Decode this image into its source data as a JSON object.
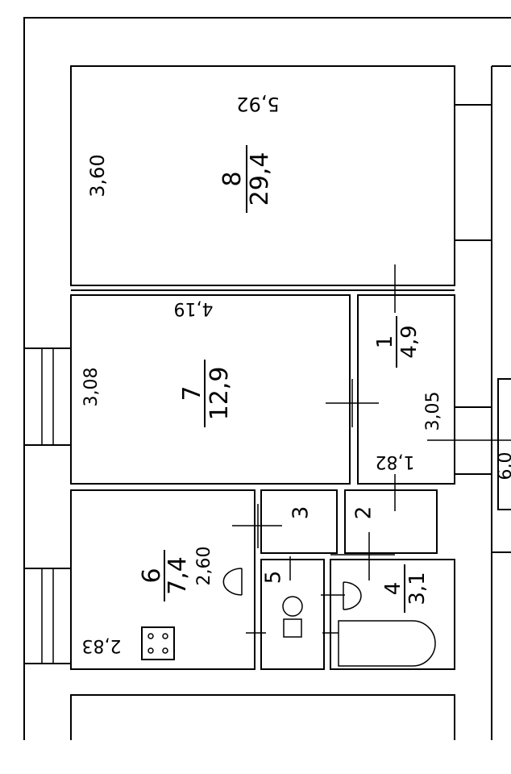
{
  "rooms": [
    {
      "number": "8",
      "area": "29,4",
      "dim_a": "5,92",
      "dim_b": "3,60"
    },
    {
      "number": "7",
      "area": "12,9",
      "dim_a": "4,19",
      "dim_b": "3,08"
    },
    {
      "number": "1",
      "area": "4,9",
      "dim_a": "1,82",
      "dim_b": "3,05"
    },
    {
      "number": "2"
    },
    {
      "number": "3"
    },
    {
      "number": "4",
      "area": "3,1"
    },
    {
      "number": "5"
    },
    {
      "number": "6",
      "area": "7,4",
      "dim_a": "2,83",
      "dim_b": "2,60"
    }
  ],
  "edge_label": "6,0"
}
